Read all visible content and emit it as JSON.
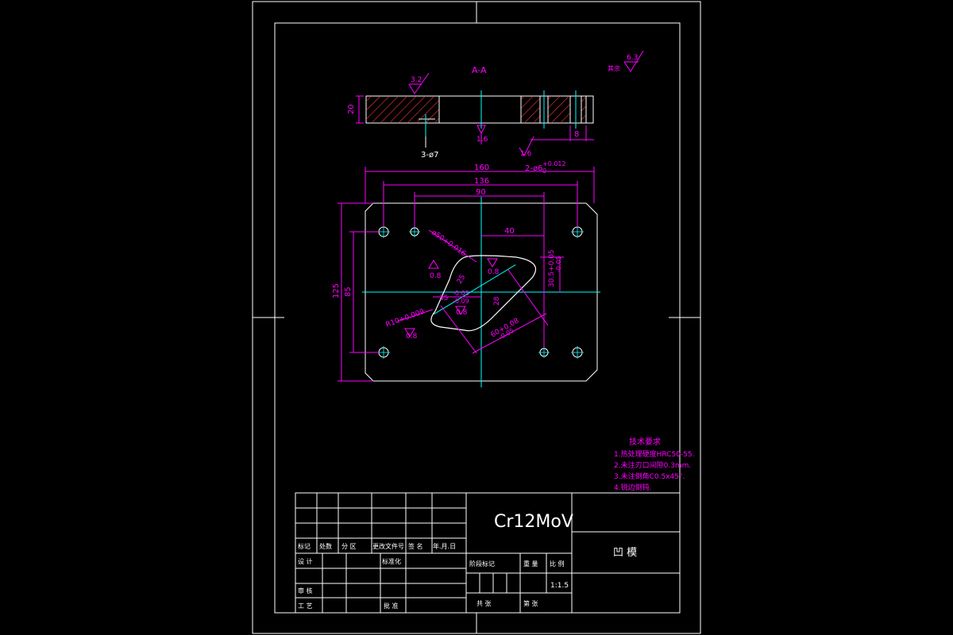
{
  "colors": {
    "background": "#000000",
    "frame": "#ffffff",
    "dimension": "#ff00ff",
    "centerline": "#00ffff",
    "hatch": "#ff3333",
    "text_white": "#ffffff"
  },
  "section_title": "A-A",
  "roughness": {
    "general": "6.3",
    "general_prefix": "其余",
    "top_left": "3.2",
    "section_center": "1.6",
    "section_right": "1.6",
    "plan_left": "0.8",
    "plan_center": "0.8",
    "plan_lower": "0.8",
    "plan_bottom_left": "0.8"
  },
  "section_dims": {
    "thickness": "20",
    "right_small": "8",
    "holes_label": "3-ø7"
  },
  "plan_dims": {
    "width": "160",
    "width_inner": "136",
    "width_holes": "90",
    "pin_holes": "2-ø6",
    "pin_tol": "+0.012",
    "pin_tol_low": "0",
    "height": "125",
    "height_inner": "85",
    "offset_40": "40",
    "diam_50": "ø50+0.016",
    "dim_30_5": "30.5+0.05",
    "dim_30_5_low": "-0.05",
    "dim_35": "35",
    "dim_35_tol": "-0.03",
    "dim_35_tol2": "-0.09",
    "r10": "R10+0.009",
    "dim_25": "25",
    "dim_60": "60+0.08",
    "dim_60_low": "-0.05",
    "dim_28": "28"
  },
  "tech_requirements": {
    "title": "技术要求",
    "items": [
      "1.热处理硬度HRC50-55.",
      "2.未注刃口间隙0.3mm.",
      "3.未注倒角C0.5x45°.",
      "4.锐边倒钝."
    ]
  },
  "title_block": {
    "material": "Cr12MoV",
    "part_name": "凹  模",
    "scale_value": "1:1.5",
    "row_labels": [
      "标记",
      "处数",
      "分  区",
      "更改文件号",
      "签  名",
      "年.月.日"
    ],
    "design": "设 计",
    "standardization": "标准化",
    "stage_mark": "阶段标记",
    "weight": "重  量",
    "scale": "比  例",
    "review": "审 核",
    "process": "工 艺",
    "approve": "批 准",
    "total": "共   张",
    "sheet": "第   张"
  }
}
